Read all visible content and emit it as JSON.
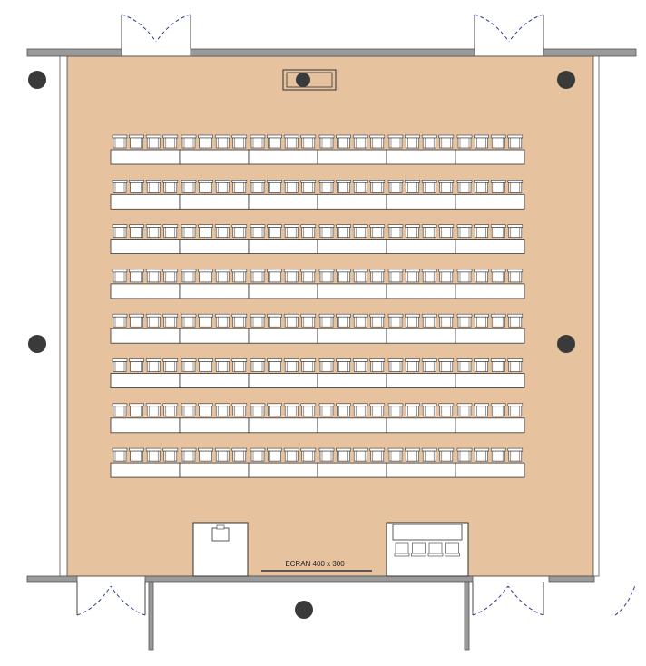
{
  "plan": {
    "screen_label": "ECRAN 400 x 300",
    "colors": {
      "floor": "#e6c29f",
      "wall": "#9a9a9a",
      "line": "#333333",
      "furniture": "#ffffff",
      "door": "#2a3a9a",
      "column": "#3a3a3a"
    },
    "seating": {
      "rows": 8,
      "tables_per_row": 6,
      "chairs_per_table": 4
    },
    "head_table": {
      "chairs": 4
    }
  }
}
